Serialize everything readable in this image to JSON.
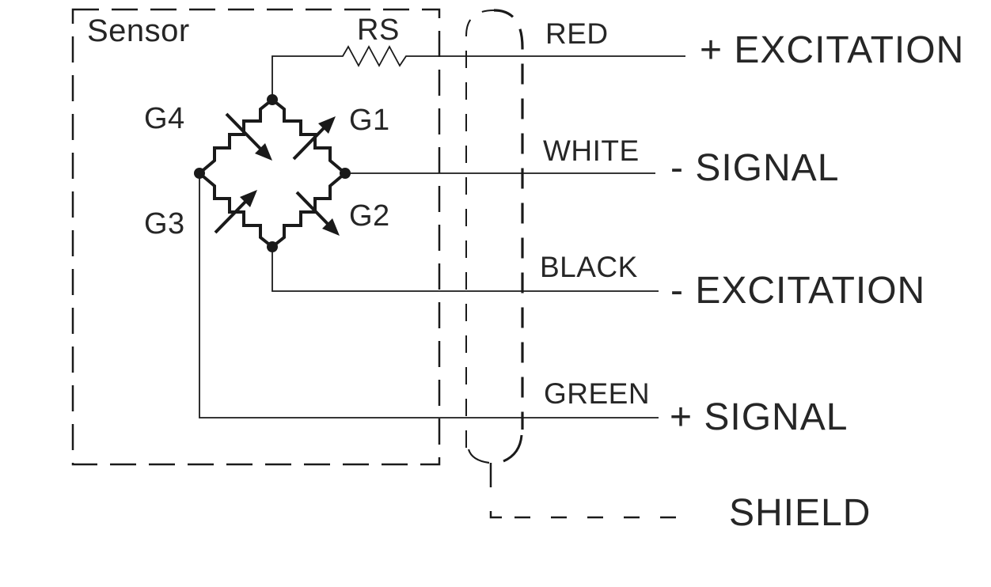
{
  "sensor": {
    "label": "Sensor"
  },
  "bridge": {
    "series_resistor_label": "RS",
    "gauges": {
      "g1": "G1",
      "g2": "G2",
      "g3": "G3",
      "g4": "G4"
    }
  },
  "wires": [
    {
      "color_label": "RED",
      "terminal_label": "+ EXCITATION"
    },
    {
      "color_label": "WHITE",
      "terminal_label": "- SIGNAL"
    },
    {
      "color_label": "BLACK",
      "terminal_label": "- EXCITATION"
    },
    {
      "color_label": "GREEN",
      "terminal_label": "+ SIGNAL"
    }
  ],
  "shield": {
    "terminal_label": "SHIELD"
  },
  "colors": {
    "line": "#1a1a1a",
    "text": "#262626",
    "background": "#ffffff"
  }
}
